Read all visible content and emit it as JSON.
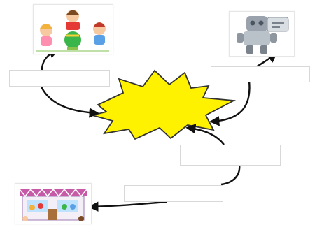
{
  "diagram": {
    "boxes": [
      {
        "id": "box-left",
        "text": ""
      },
      {
        "id": "box-right-top",
        "text": ""
      },
      {
        "id": "box-right-middle",
        "text": ""
      },
      {
        "id": "box-bottom",
        "text": ""
      }
    ],
    "illustrations": [
      {
        "icon": "children-playing-icon"
      },
      {
        "icon": "robot-toy-icon"
      },
      {
        "icon": "toy-shop-icon"
      }
    ],
    "center_shape": {
      "icon": "explosion-burst-icon",
      "fill": "#fff200",
      "stroke": "#333333"
    },
    "arrow_color": "#111111"
  }
}
